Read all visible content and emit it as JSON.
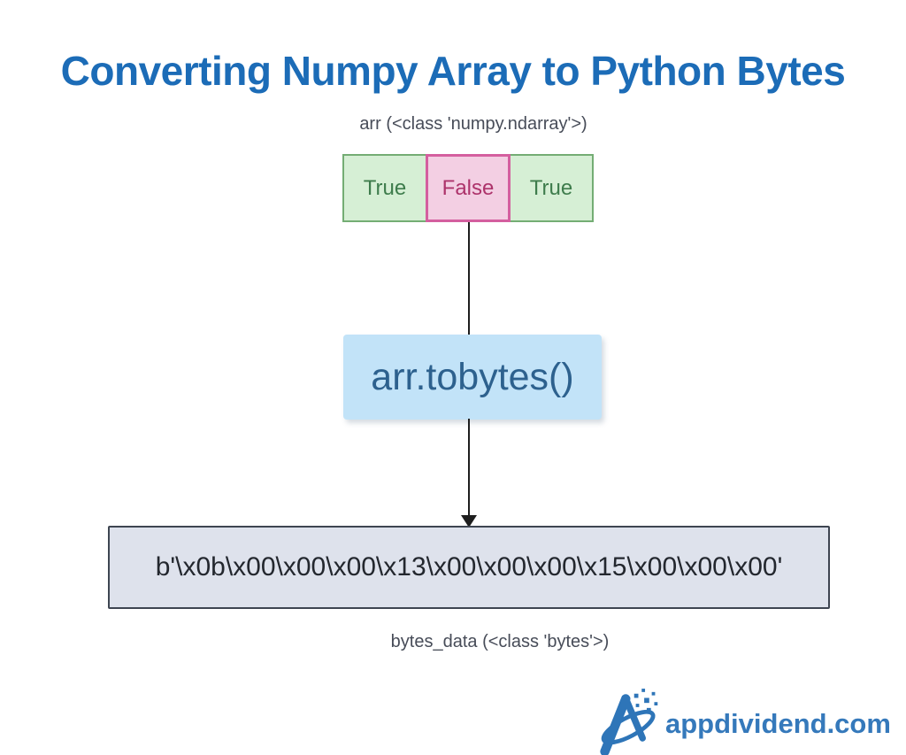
{
  "title": "Converting Numpy Array to Python Bytes",
  "diagram": {
    "input_label": "arr (<class 'numpy.ndarray'>)",
    "array_cells": [
      {
        "value": "True",
        "state": "true"
      },
      {
        "value": "False",
        "state": "false"
      },
      {
        "value": "True",
        "state": "true"
      }
    ],
    "operation": "arr.tobytes()",
    "output_value": "b'\\x0b\\x00\\x00\\x00\\x13\\x00\\x00\\x00\\x15\\x00\\x00\\x00'",
    "output_label": "bytes_data (<class 'bytes'>)"
  },
  "branding": {
    "logo_icon": "appdividend-a-logo",
    "logo_text": "appdividend.com"
  },
  "colors": {
    "title_blue": "#1c6cb7",
    "true_cell_bg": "#d6efd5",
    "true_cell_border": "#74ad74",
    "true_cell_text": "#3e7c4c",
    "false_cell_bg": "#f3cfe3",
    "false_cell_border": "#d45f9f",
    "false_cell_text": "#ad336b",
    "operation_bg": "#c2e3f8",
    "operation_text": "#2d618e",
    "bytes_box_bg": "#dee2ec",
    "bytes_box_border": "#3e4551",
    "connector": "#1e1e1e",
    "brand_blue": "#2e75b8"
  }
}
